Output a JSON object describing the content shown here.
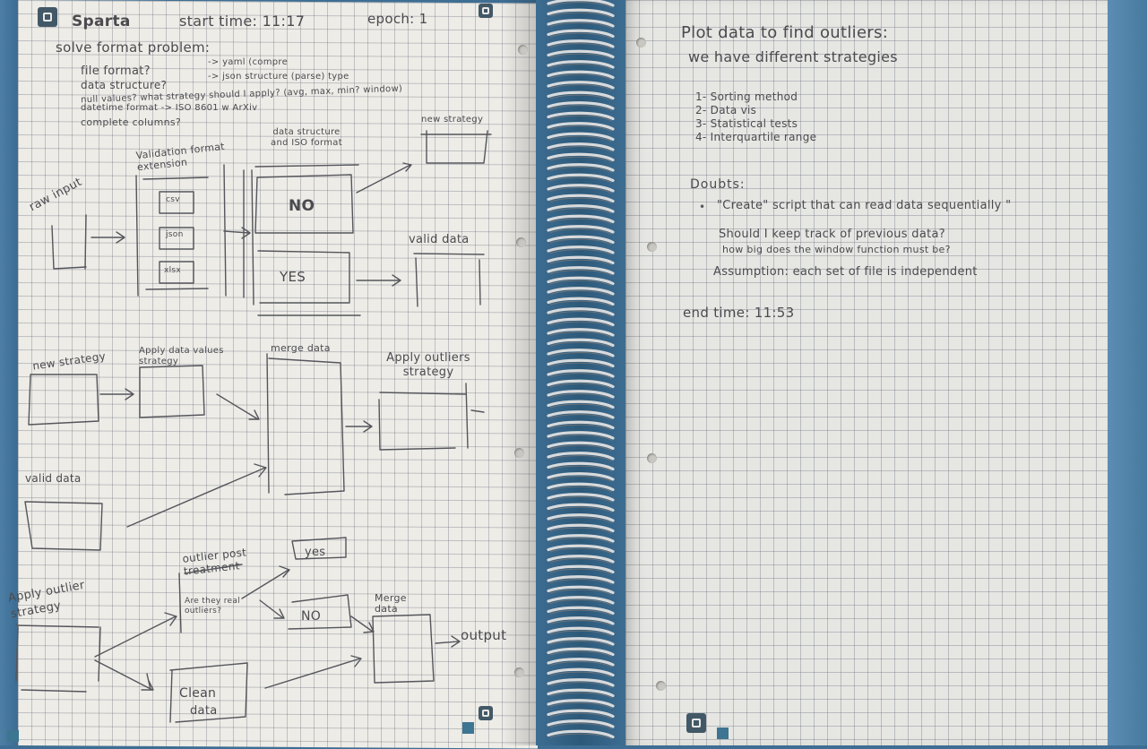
{
  "left_page": {
    "header": {
      "title": "Sparta",
      "start_time": "start time: 11:17",
      "epoch": "epoch: 1"
    },
    "section_title": "solve format problem:",
    "notes": [
      "file format?",
      "-> yaml (compre",
      "data structure?",
      "-> json structure (parse) type",
      "null values? what strategy should I apply? (avg, max, min? window)",
      "datetime format -> ISO 8601 w ArXiv",
      "complete columns?"
    ],
    "flow_top": {
      "raw_input": "raw input",
      "validation": "Validation format extension",
      "exts": [
        "csv",
        "json",
        "xlsx"
      ],
      "data_structure": "data structure and ISO format",
      "no": "NO",
      "yes": "YES",
      "new_strategy": "new strategy",
      "valid_data": "valid data"
    },
    "flow_mid": {
      "new_strategy": "new strategy",
      "apply_data": "Apply data values strategy",
      "merge_data": "merge data",
      "apply_outliers": "Apply outliers strategy",
      "valid_data": "valid data"
    },
    "flow_bottom": {
      "apply_outlier": "Apply outlier strategy",
      "outlier_post": "outlier post treatment",
      "question": "Are they real outliers?",
      "yes": "yes",
      "no": "NO",
      "merge": "Merge data",
      "output": "output",
      "clean": "Clean",
      "clean_data": "data"
    }
  },
  "right_page": {
    "heading": "Plot data to find outliers:",
    "subheading": "we have different strategies",
    "strategies": [
      "1- Sorting method",
      "2- Data vis",
      "3- Statistical tests",
      "4- Interquartile range"
    ],
    "doubts_title": "Doubts:",
    "doubts": [
      "\"Create\" script that can read data sequentially \"",
      "Should I keep track of previous data?",
      "how big does the window function must be?",
      "Assumption: each set of file is independent"
    ],
    "end_time": "end time: 11:53"
  }
}
